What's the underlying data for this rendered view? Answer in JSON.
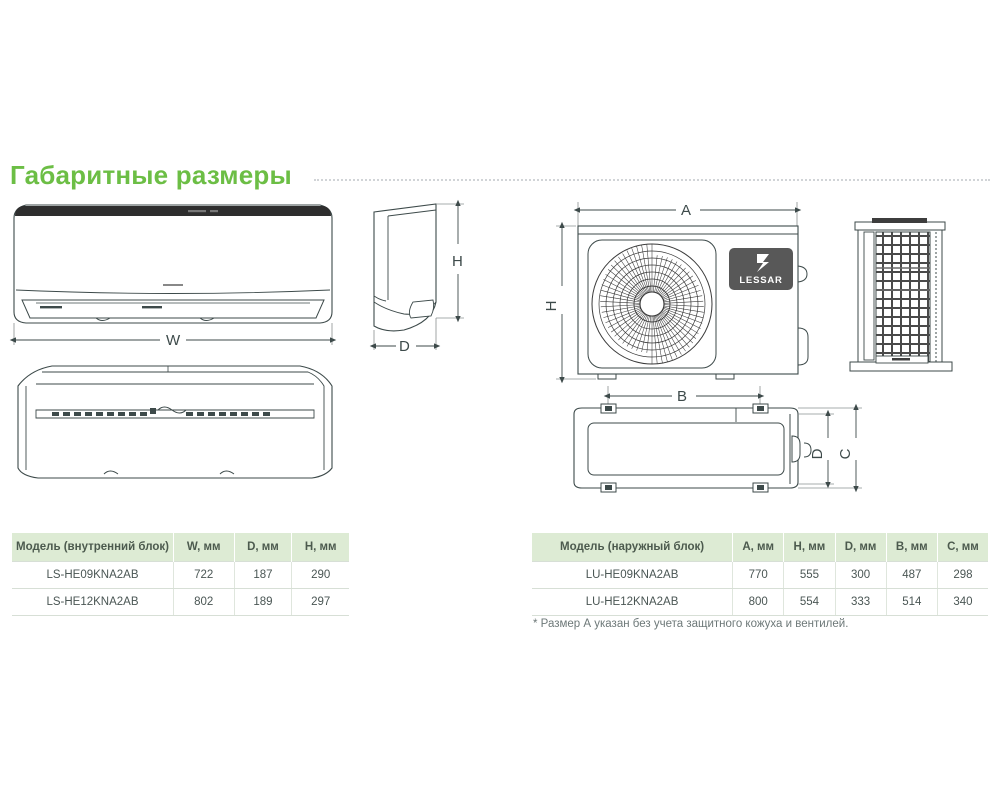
{
  "section": {
    "title": "Габаритные размеры"
  },
  "diagrams": {
    "indoor_front": {
      "name": "indoor-unit-front-view",
      "dimension_labels": [
        "W"
      ]
    },
    "indoor_side": {
      "name": "indoor-unit-side-view",
      "dimension_labels": [
        "H",
        "D"
      ]
    },
    "indoor_top": {
      "name": "indoor-unit-top-view",
      "dimension_labels": []
    },
    "outdoor_front": {
      "name": "outdoor-unit-front-view",
      "dimension_labels": [
        "A",
        "H"
      ],
      "brand_logo": "LESSAR"
    },
    "outdoor_side": {
      "name": "outdoor-unit-side-view",
      "dimension_labels": []
    },
    "outdoor_top": {
      "name": "outdoor-unit-top-view",
      "dimension_labels": [
        "B",
        "D",
        "C"
      ]
    }
  },
  "labels": {
    "W": "W",
    "H": "H",
    "D": "D",
    "A": "A",
    "B": "B",
    "C": "C",
    "brand": "LESSAR"
  },
  "tables": {
    "indoor": {
      "headers": [
        "Модель (внутренний блок)",
        "W, мм",
        "D, мм",
        "H, мм"
      ],
      "rows": [
        [
          "LS-HE09KNA2AB",
          "722",
          "187",
          "290"
        ],
        [
          "LS-HE12KNA2AB",
          "802",
          "189",
          "297"
        ]
      ]
    },
    "outdoor": {
      "headers": [
        "Модель (наружный блок)",
        "A, мм",
        "H, мм",
        "D, мм",
        "B, мм",
        "C, мм"
      ],
      "rows": [
        [
          "LU-HE09KNA2AB",
          "770",
          "555",
          "300",
          "487",
          "298"
        ],
        [
          "LU-HE12KNA2AB",
          "800",
          "554",
          "333",
          "514",
          "340"
        ]
      ]
    }
  },
  "footnote": "* Размер А указан без учета защитного кожуха и вентилей.",
  "colors": {
    "accent_green": "#6cbe45",
    "table_header_bg": "#ddebd4",
    "line": "#3d4a4a",
    "logo_panel": "#585858"
  }
}
